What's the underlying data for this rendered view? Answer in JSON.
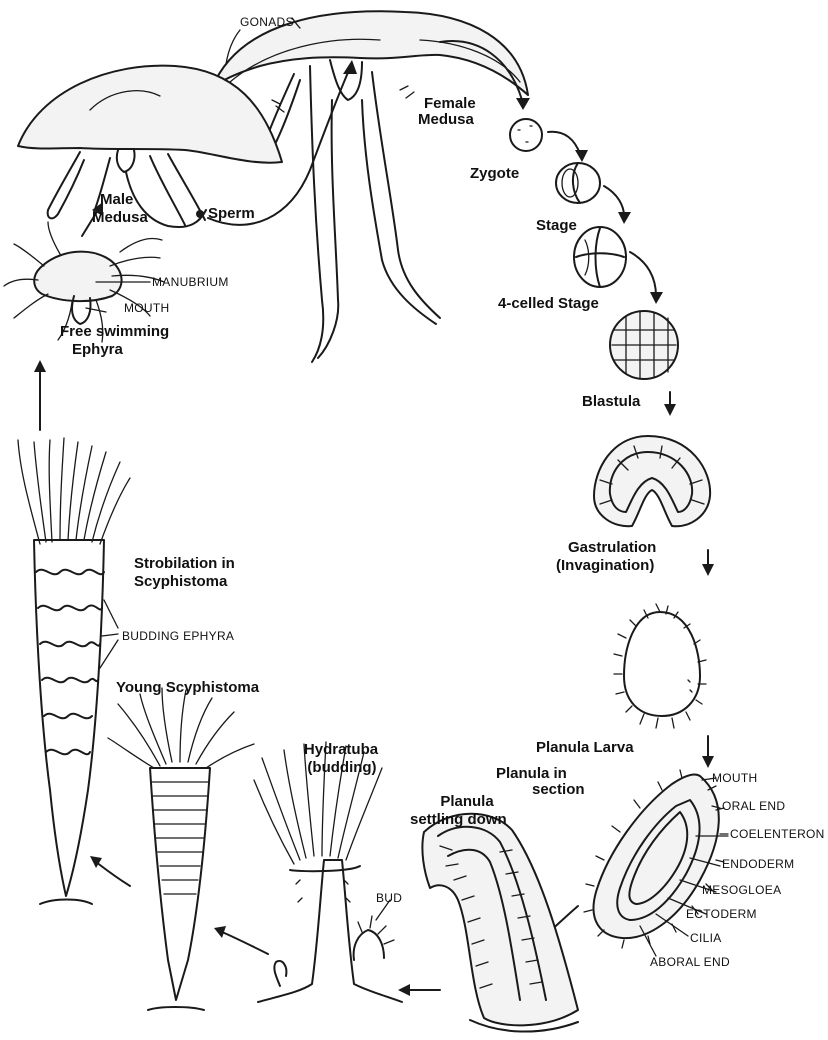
{
  "labels": {
    "gonads": "GONADS",
    "female_medusa_1": "Female",
    "female_medusa_2": "Medusa",
    "male_medusa_1": "Male",
    "male_medusa_2": "Medusa",
    "sperm": "Sperm",
    "zygote": "Zygote",
    "stage": "Stage",
    "four_celled_stage": "4-celled Stage",
    "blastula": "Blastula",
    "gastrulation_1": "Gastrulation",
    "gastrulation_2": "(Invagination)",
    "planula_larva": "Planula Larva",
    "planula_in_section_1": "Planula in",
    "planula_in_section_2": "section",
    "mouth_planula": "MOUTH",
    "oral_end": "ORAL END",
    "coelenteron": "COELENTERON",
    "endoderm": "ENDODERM",
    "mesogloea": "MESOGLOEA",
    "ectoderm": "ECTODERM",
    "cilia": "CILIA",
    "aboral_end": "ABORAL END",
    "planula_settling_1": "Planula",
    "planula_settling_2": "settling down",
    "hydratuba_1": "Hydratuba",
    "hydratuba_2": "(budding)",
    "bud": "BUD",
    "young_scyphistoma": "Young Scyphistoma",
    "strobilation_1": "Strobilation in",
    "strobilation_2": "Scyphistoma",
    "budding_ephyra": "BUDDING EPHYRA",
    "manubrium": "MANUBRIUM",
    "mouth_ephyra": "MOUTH",
    "free_swimming_1": "Free swimming",
    "free_swimming_2": "Ephyra"
  }
}
